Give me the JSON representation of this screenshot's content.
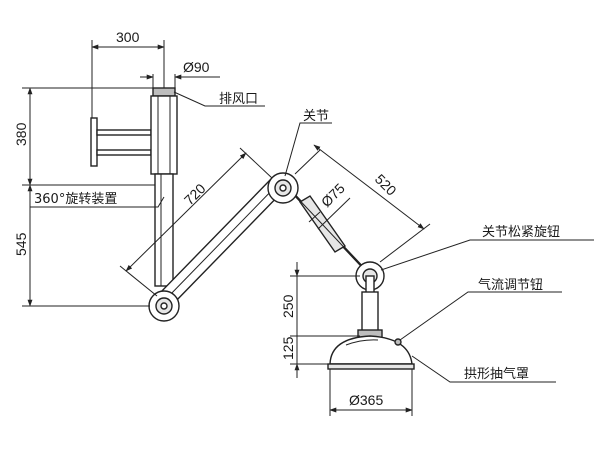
{
  "dimensions": {
    "mount_offset": "300",
    "outlet_diameter": "Ø90",
    "upper_height": "380",
    "lower_height": "545",
    "lower_arm_length": "720",
    "upper_arm_length": "520",
    "arm_diameter": "Ø75",
    "neck_height": "250",
    "hood_height": "125",
    "hood_diameter": "Ø365"
  },
  "labels": {
    "exhaust_outlet": "排风口",
    "joint": "关节",
    "rotation_device": "360°旋转装置",
    "joint_knob": "关节松紧旋钮",
    "airflow_knob": "气流调节钮",
    "hood": "拱形抽气罩"
  }
}
